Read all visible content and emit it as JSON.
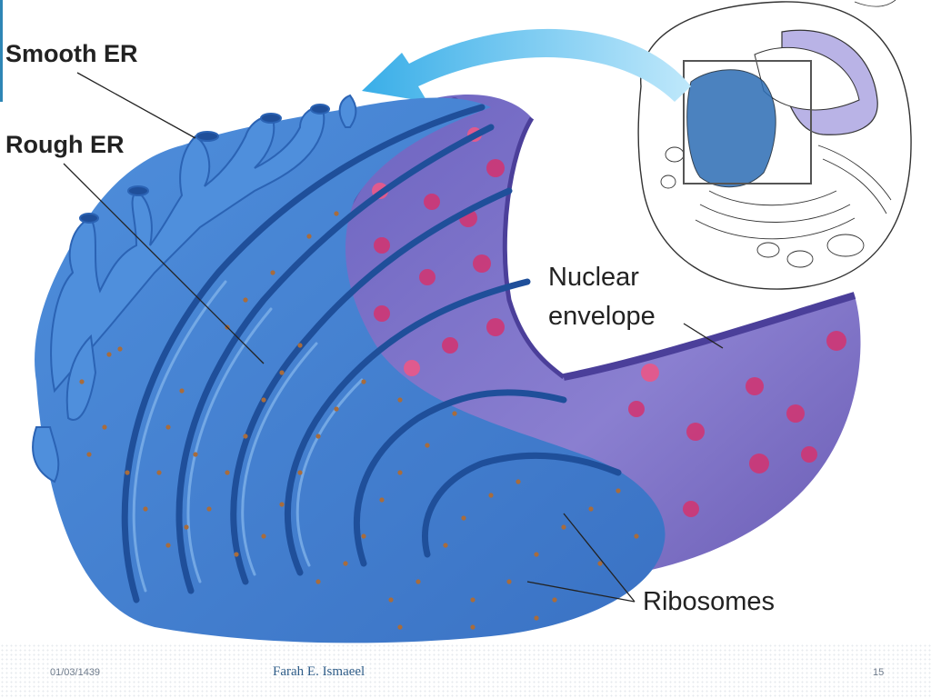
{
  "diagram": {
    "labels": {
      "smooth_er": "Smooth ER",
      "rough_er": "Rough ER",
      "nuclear_envelope_line1": "Nuclear",
      "nuclear_envelope_line2": "envelope",
      "ribosomes": "Ribosomes"
    },
    "colors": {
      "er_blue": "#3f7fce",
      "er_dark": "#1f4f9a",
      "nucleus_purple": "#7a6fc4",
      "pore_pink": "#d4336f",
      "ribosome_brown": "#a86c3c",
      "arrow_cyan": "#46b6ea"
    }
  },
  "footer": {
    "date": "01/03/1439",
    "author": "Farah E. Ismaeel",
    "page_number": "15"
  }
}
